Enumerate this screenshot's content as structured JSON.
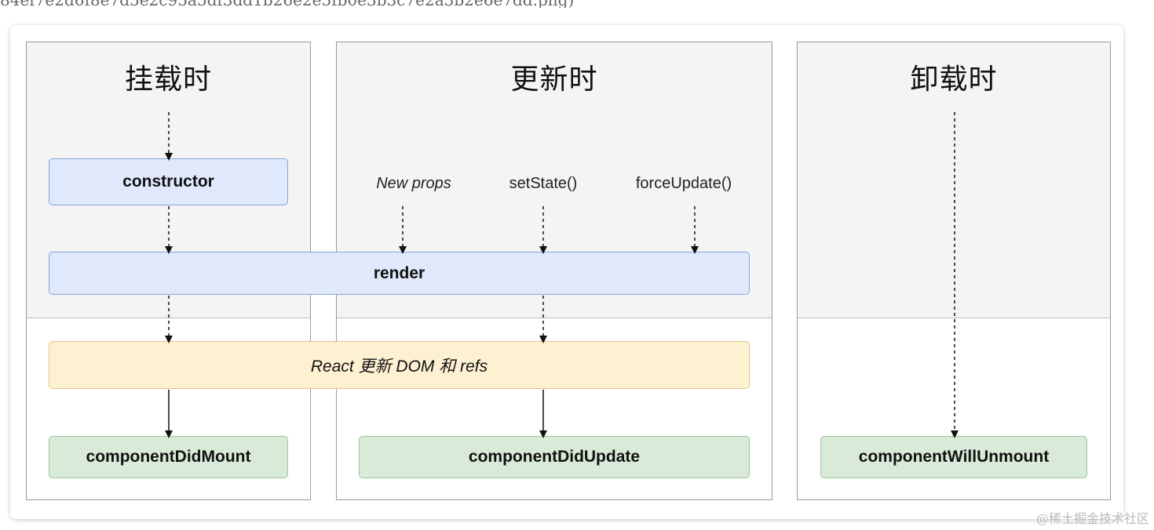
{
  "header_text": "84ef7e2d6f8e7d5e2c95a5df3dd1b26e2e5fb0e3b3c7e2a3b2e6e7dd.png)",
  "phases": {
    "mount": "挂载时",
    "update": "更新时",
    "unmount": "卸载时"
  },
  "triggers": {
    "new_props": "New props",
    "set_state": "setState()",
    "force_update": "forceUpdate()"
  },
  "nodes": {
    "constructor": "constructor",
    "render": "render",
    "react_update": "React 更新 DOM 和 refs",
    "did_mount": "componentDidMount",
    "did_update": "componentDidUpdate",
    "will_unmount": "componentWillUnmount"
  },
  "watermark": "@稀土掘金技术社区",
  "colors": {
    "blue_fill": "#dfe9fb",
    "yellow_fill": "#fdf1d2",
    "green_fill": "#d9ead8",
    "phase_top": "#f4f4f4"
  }
}
